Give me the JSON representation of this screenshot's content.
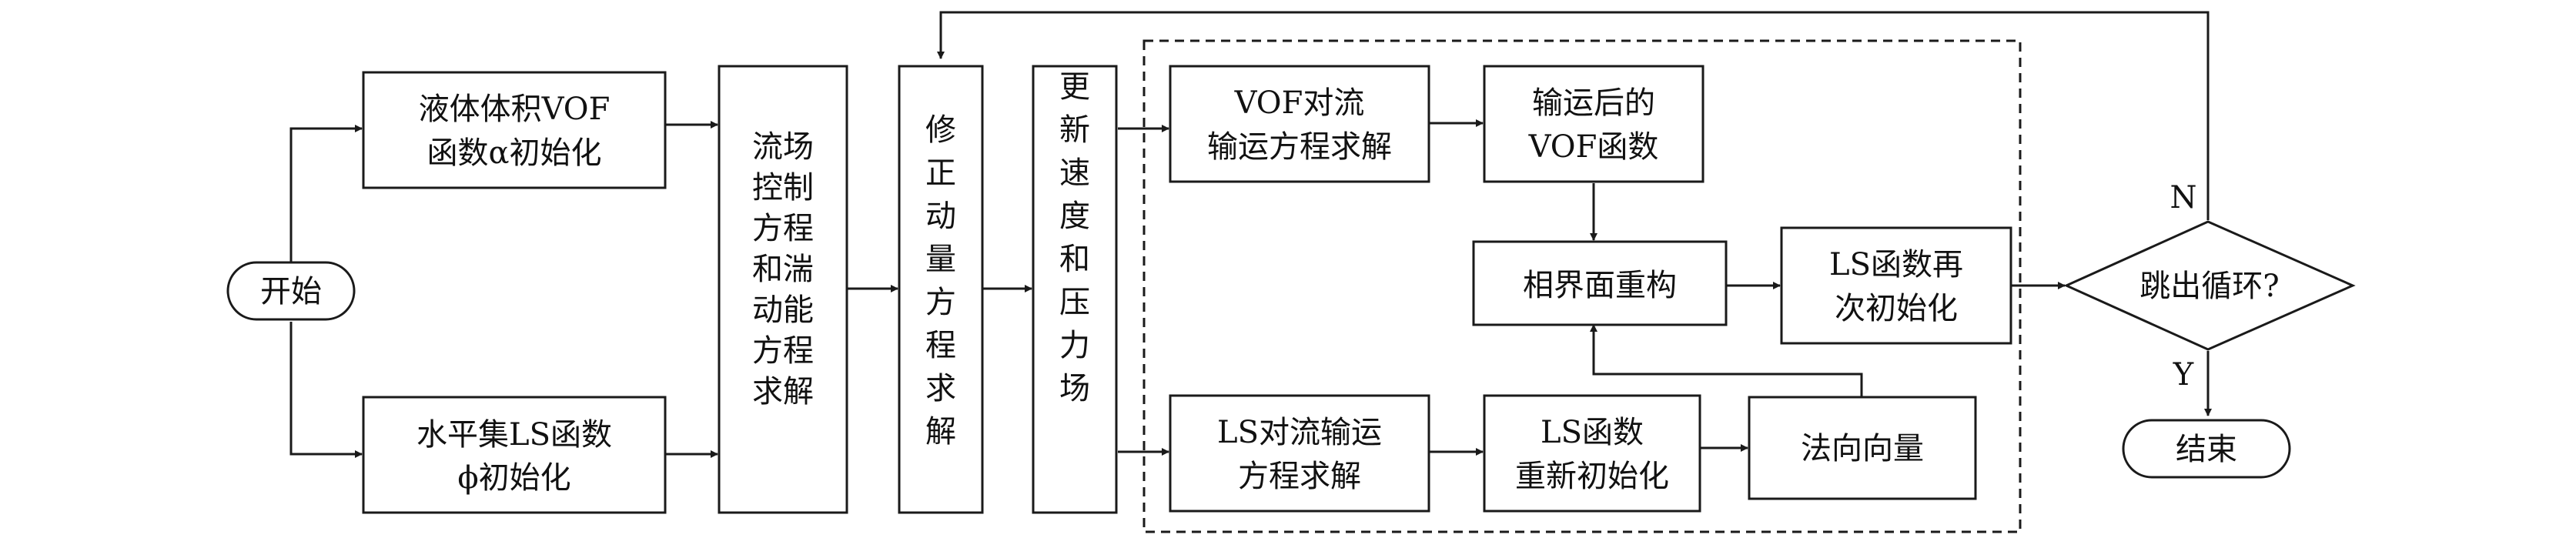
{
  "nodes": {
    "start": "开始",
    "vof_init": [
      "液体体积VOF",
      "函数α初始化"
    ],
    "ls_init": [
      "水平集LS函数",
      "ϕ初始化"
    ],
    "flow_solve": [
      "流场",
      "控制",
      "方程",
      "和湍",
      "动能",
      "方程",
      "求解"
    ],
    "momentum": [
      "修",
      "正",
      "动",
      "量",
      "方",
      "程",
      "求",
      "解"
    ],
    "update": [
      "更",
      "新",
      "速",
      "度",
      "和",
      "压",
      "力",
      "场"
    ],
    "vof_adv": [
      "VOF对流",
      "输运方程求解"
    ],
    "vof_after": [
      "输运后的",
      "VOF函数"
    ],
    "reconstruct": "相界面重构",
    "ls_reinit2": [
      "LS函数再",
      "次初始化"
    ],
    "ls_adv": [
      "LS对流输运",
      "方程求解"
    ],
    "ls_reinit": [
      "LS函数",
      "重新初始化"
    ],
    "normal": "法向向量",
    "decision": "跳出循环?",
    "end": "结束"
  },
  "labels": {
    "no": "N",
    "yes": "Y"
  }
}
